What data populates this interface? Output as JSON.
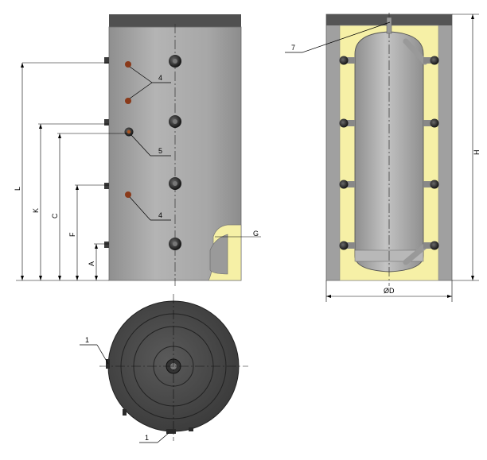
{
  "views": {
    "side": {
      "callouts": [
        "4",
        "4",
        "5",
        "4"
      ],
      "dimensions": [
        "L",
        "K",
        "C",
        "F",
        "A",
        "G"
      ]
    },
    "section": {
      "callouts": [
        "7"
      ],
      "dimensions": [
        "H",
        "ØD"
      ]
    },
    "top": {
      "callouts": [
        "1",
        "1"
      ]
    }
  },
  "colors": {
    "body_gray": "#a9a9a9",
    "top_dark": "#4f4f4f",
    "insulation_yellow": "#f6f0a6",
    "port_black": "#2a2a2a",
    "top_view_disc": "#4a4a4a"
  }
}
